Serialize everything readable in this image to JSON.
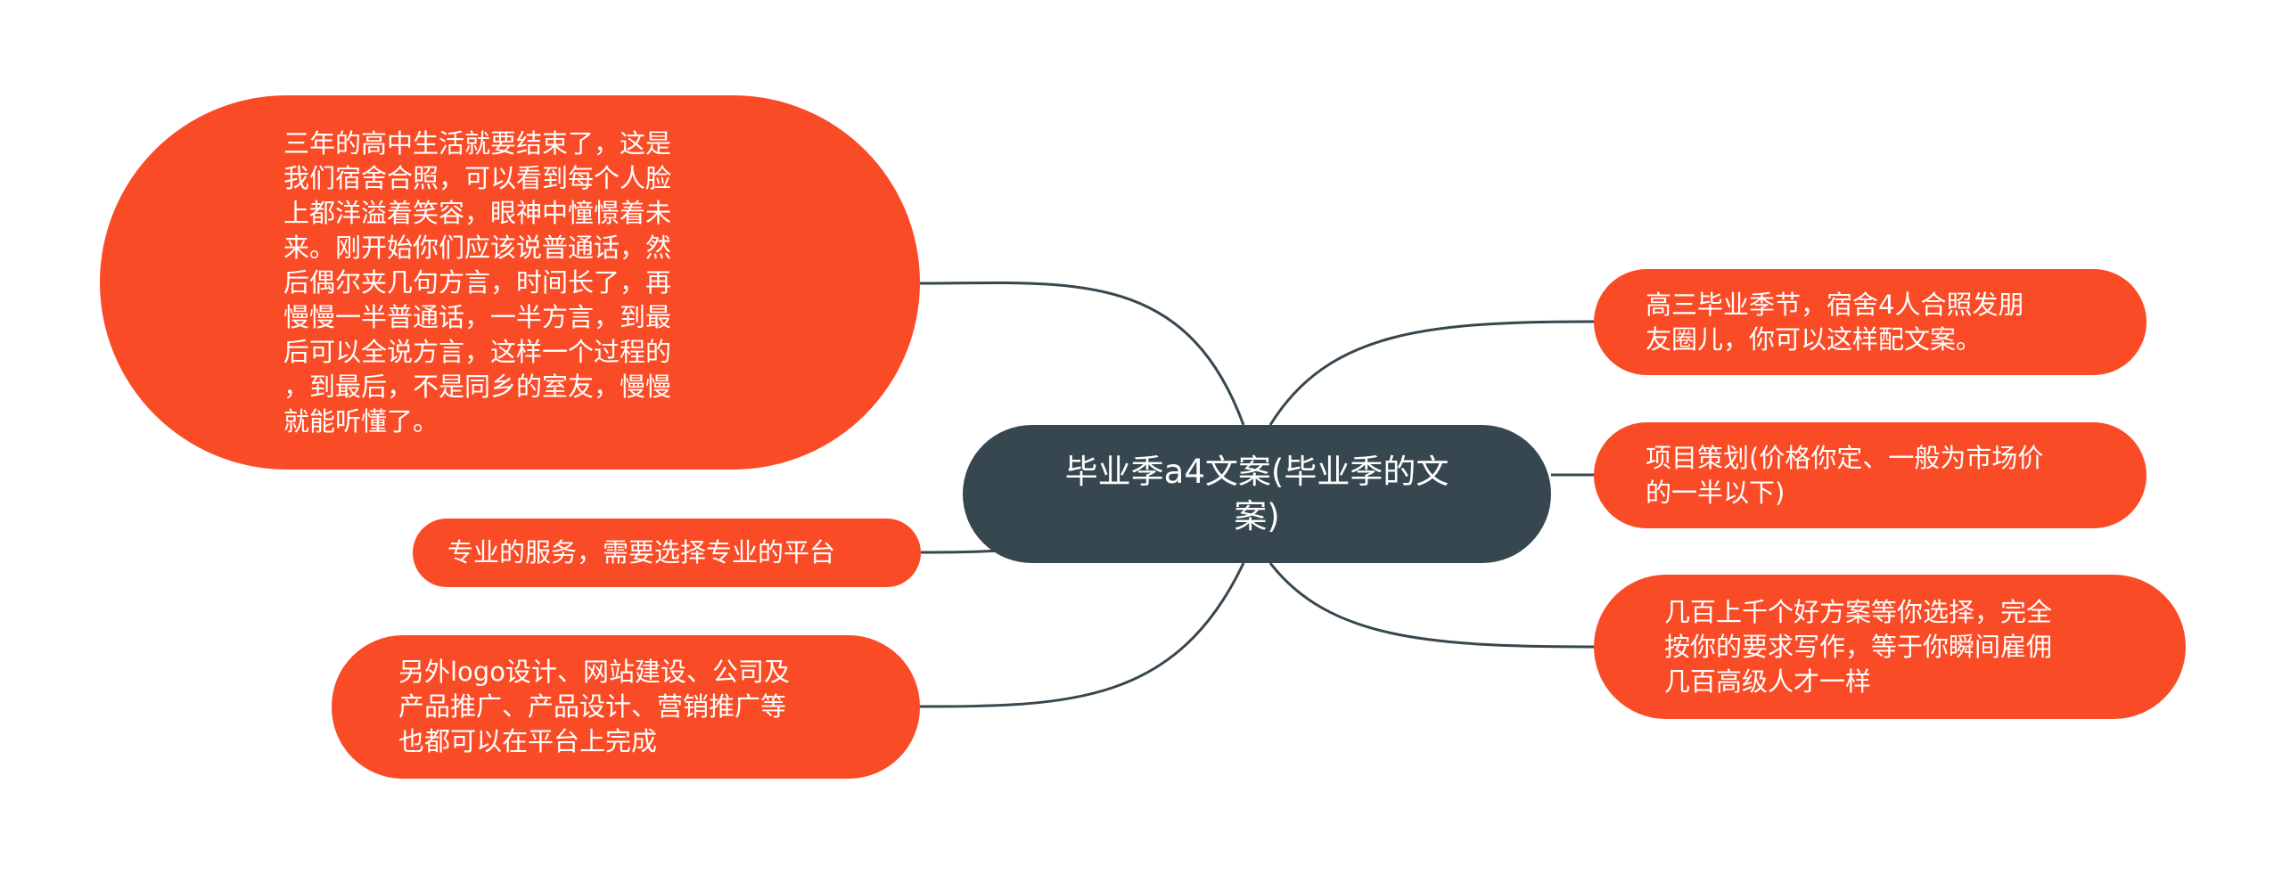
{
  "mindmap": {
    "central": "毕业季a4文案(毕业季的文\n案)",
    "left": [
      "三年的高中生活就要结束了，这是\n我们宿舍合照，可以看到每个人脸\n上都洋溢着笑容，眼神中憧憬着未\n来。刚开始你们应该说普通话，然\n后偶尔夹几句方言，时间长了，再\n慢慢一半普通话，一半方言，到最\n后可以全说方言，这样一个过程的\n，到最后，不是同乡的室友，慢慢\n就能听懂了。",
      "专业的服务，需要选择专业的平台",
      "另外logo设计、网站建设、公司及\n产品推广、产品设计、营销推广等\n也都可以在平台上完成"
    ],
    "right": [
      "高三毕业季节，宿舍4人合照发朋\n友圈儿，你可以这样配文案。",
      "项目策划(价格你定、一般为市场价\n的一半以下)",
      "几百上千个好方案等你选择，完全\n按你的要求写作，等于你瞬间雇佣\n几百高级人才一样"
    ]
  },
  "colors": {
    "central_fill": "#37474f",
    "leaf_fill": "#fa4b27",
    "connector": "#37474f",
    "text": "#ffffff"
  }
}
